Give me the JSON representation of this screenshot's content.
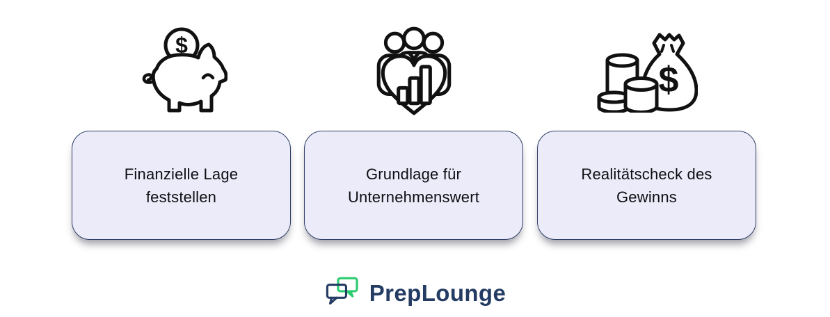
{
  "cards": [
    {
      "label": "Finanzielle Lage feststellen",
      "icon": "piggy-bank-coin"
    },
    {
      "label": "Grundlage für Unternehmenswert",
      "icon": "team-heart-bar-chart"
    },
    {
      "label": "Realitätscheck des Gewinns",
      "icon": "money-bag-coins"
    }
  ],
  "icons": {
    "piggy_coin_symbol": "$",
    "money_bag_symbol": "$"
  },
  "logo": {
    "text": "PrepLounge"
  },
  "colors": {
    "card_background": "#ECEBF9",
    "card_border": "#2F3E66",
    "card_text": "#0D0D12",
    "icon_stroke": "#111111",
    "logo_navy": "#243B63",
    "logo_green": "#2BCB6F",
    "page_background": "#FFFFFF"
  }
}
